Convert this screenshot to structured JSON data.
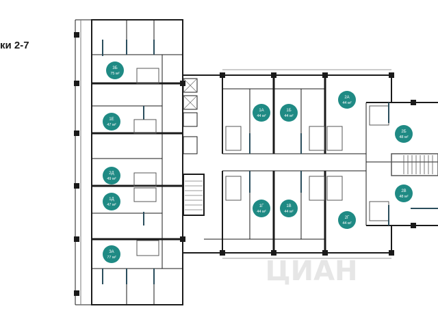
{
  "floor_label": "ки 2-7",
  "watermark": "ЦИАН",
  "colors": {
    "badge": "#1f8a84",
    "wall": "#1a1a1a",
    "glass": "#2a4d5c",
    "watermark": "#e6e6e6"
  },
  "apartments": [
    {
      "id": "3B",
      "name": "3Б",
      "area": "75 м²"
    },
    {
      "id": "1E",
      "name": "1Е",
      "area": "47 м²"
    },
    {
      "id": "2D",
      "name": "2Д",
      "area": "49 м²"
    },
    {
      "id": "1D",
      "name": "1Д",
      "area": "47 м²"
    },
    {
      "id": "3A",
      "name": "3А",
      "area": "77 м²"
    },
    {
      "id": "1A",
      "name": "1А",
      "area": "44 м²"
    },
    {
      "id": "1B",
      "name": "1Б",
      "area": "44 м²"
    },
    {
      "id": "2A",
      "name": "2А",
      "area": "44 м²"
    },
    {
      "id": "2B",
      "name": "2Б",
      "area": "48 м²"
    },
    {
      "id": "1G",
      "name": "1Г",
      "area": "44 м²"
    },
    {
      "id": "1V",
      "name": "1В",
      "area": "44 м²"
    },
    {
      "id": "2G",
      "name": "2Г",
      "area": "44 м²"
    },
    {
      "id": "2V",
      "name": "2В",
      "area": "48 м²"
    }
  ]
}
